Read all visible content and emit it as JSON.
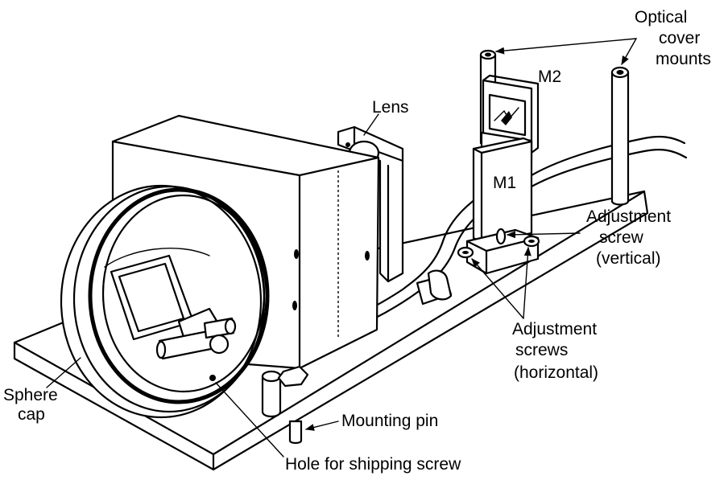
{
  "labels": {
    "optical_cover_mounts": [
      "Optical",
      "cover",
      "mounts"
    ],
    "m2": "M2",
    "lens": "Lens",
    "m1": "M1",
    "adj_vertical": [
      "Adjustment",
      "screw",
      "(vertical)"
    ],
    "adj_horizontal": [
      "Adjustment",
      "screws",
      "(horizontal)"
    ],
    "sphere_cap": [
      "Sphere",
      "cap"
    ],
    "mounting_pin": "Mounting pin",
    "hole_shipping_screw": "Hole for shipping screw"
  },
  "colors": {
    "ink": "#000000",
    "paper": "#ffffff"
  }
}
